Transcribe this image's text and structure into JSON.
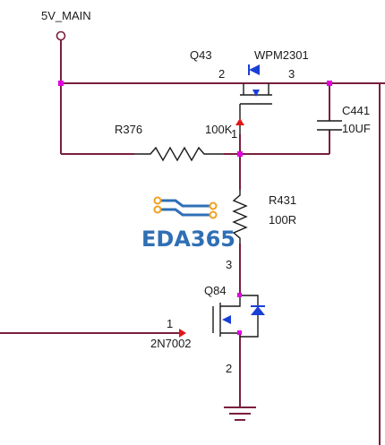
{
  "net": {
    "power_label": "5V_MAIN"
  },
  "q43": {
    "ref": "Q43",
    "value": "WPM2301",
    "pin_gate": "1",
    "pin_source": "2",
    "pin_drain": "3"
  },
  "r376": {
    "ref": "R376",
    "value": "100K"
  },
  "c441": {
    "ref": "C441",
    "value": "10UF"
  },
  "r431": {
    "ref": "R431",
    "value": "100R"
  },
  "q84": {
    "ref": "Q84",
    "value": "2N7002",
    "pin_gate": "1",
    "pin_source": "2",
    "pin_drain": "3"
  },
  "watermark": {
    "text": "EDA365"
  },
  "colors": {
    "wire": "#7a1f3d",
    "junction": "#e000e0",
    "mosfet_symbol": "#1a3fd6",
    "pin_marker": "#e01818",
    "logo": "#2f6fb5",
    "logo_trace": "#f0a020"
  }
}
